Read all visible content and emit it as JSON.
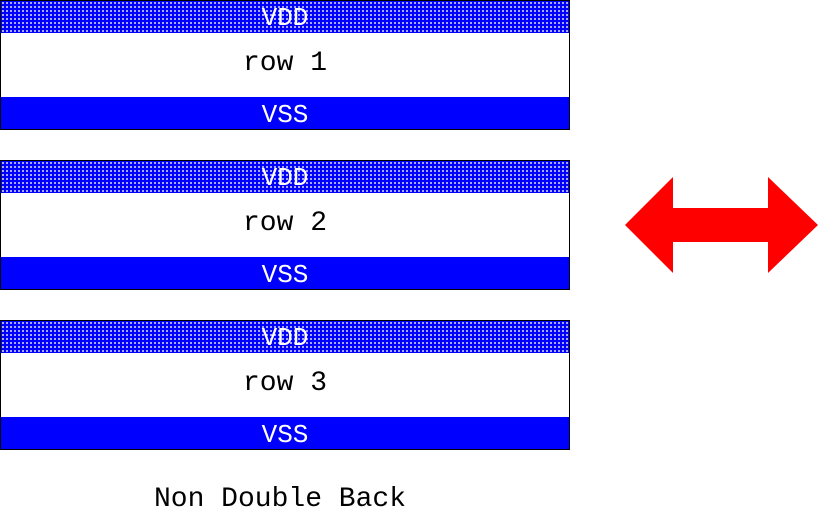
{
  "rows": [
    {
      "vdd": "VDD",
      "label": "row 1",
      "vss": "VSS"
    },
    {
      "vdd": "VDD",
      "label": "row 2",
      "vss": "VSS"
    },
    {
      "vdd": "VDD",
      "label": "row 3",
      "vss": "VSS"
    }
  ],
  "caption": "Non Double Back",
  "arrow": {
    "icon": "double-headed-arrow-icon",
    "color": "#ff0000"
  },
  "colors": {
    "rail": "#0000ff",
    "rail_text": "#ffffff"
  }
}
